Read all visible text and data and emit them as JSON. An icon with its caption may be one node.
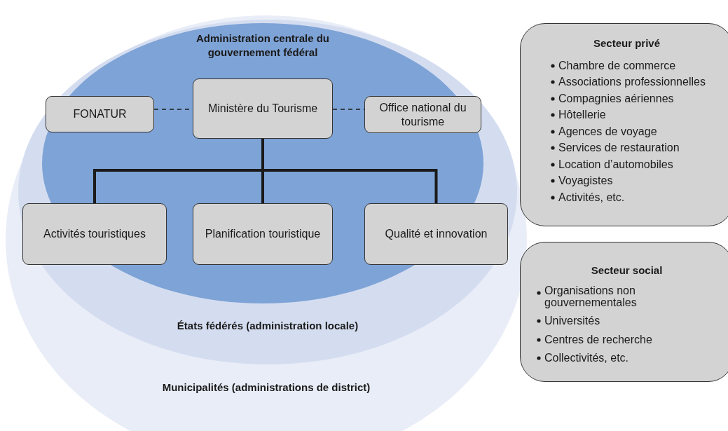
{
  "diagram": {
    "nodes": [
      {
        "text": [
          "Municipalités (administrations de district)"
        ]
      },
      {
        "text": [
          "États fédérés (administration locale)"
        ],
        "in": 0
      },
      {
        "text": [
          "Administration centrale du gouvernement fédéral"
        ],
        "in": 1
      },
      {
        "text": [
          "FONATUR"
        ],
        "in": 2
      },
      {
        "text": [
          "Ministère du Tourisme"
        ],
        "in": 2
      },
      {
        "text": [
          "Office national du tourisme"
        ],
        "in": 2
      },
      {
        "text": [
          "Activités touristiques"
        ],
        "in": 1
      },
      {
        "text": [
          "Planification touristique"
        ],
        "in": 2
      },
      {
        "text": [
          "Qualité et innovation"
        ],
        "in": 1
      },
      {
        "text": [
          "Secteur privé",
          "Chambre de commerce",
          "Associations professionnelles",
          "Compagnies aériennes",
          "Hôtellerie",
          "Agences de voyage",
          "Services de restauration",
          "Location d’automobiles",
          "Voyagistes",
          "Activités, etc."
        ]
      },
      {
        "text": [
          "Secteur social",
          "Organisations non gouvernementales",
          "Universités",
          "Centres de recherche",
          "Collectivités, etc."
        ]
      }
    ],
    "edges": [
      {
        "from": 3,
        "to": 4,
        "arrow": "none",
        "style": "dashed"
      },
      {
        "from": 4,
        "to": 5,
        "arrow": "none",
        "style": "dashed"
      },
      {
        "from": 4,
        "to": 6,
        "arrow": "none"
      },
      {
        "from": 4,
        "to": 7,
        "arrow": "none"
      },
      {
        "from": 4,
        "to": 8,
        "arrow": "none"
      }
    ]
  }
}
